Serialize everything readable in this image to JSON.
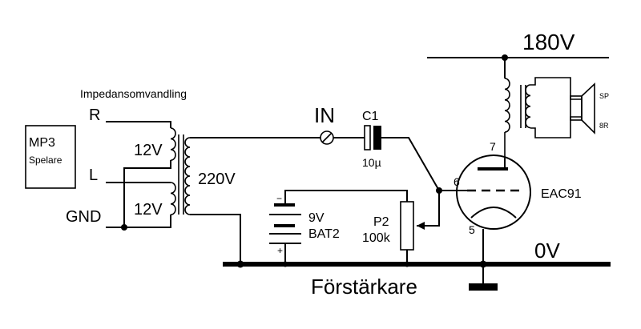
{
  "labels": {
    "supply_voltage": "180V",
    "ground_rail": "0V",
    "title": "Förstärkare",
    "impedance_conversion": "Impedansomvandling",
    "channel_right": "R",
    "channel_left": "L",
    "ground_label": "GND",
    "input_label": "IN"
  },
  "source": {
    "name": "MP3",
    "subname": "Spelare"
  },
  "transformer": {
    "winding_top": "12V",
    "winding_bottom": "12V",
    "primary": "220V"
  },
  "capacitor": {
    "name": "C1",
    "value": "10µ"
  },
  "battery": {
    "voltage": "9V",
    "name": "BAT2",
    "minus": "−",
    "plus": "+"
  },
  "potentiometer": {
    "name": "P2",
    "value": "100k"
  },
  "tube": {
    "name": "EAC91",
    "pin_anode": "7",
    "pin_grid": "6",
    "pin_cathode": "5"
  },
  "speaker": {
    "label_top": "SP",
    "label_bottom": "8R"
  }
}
